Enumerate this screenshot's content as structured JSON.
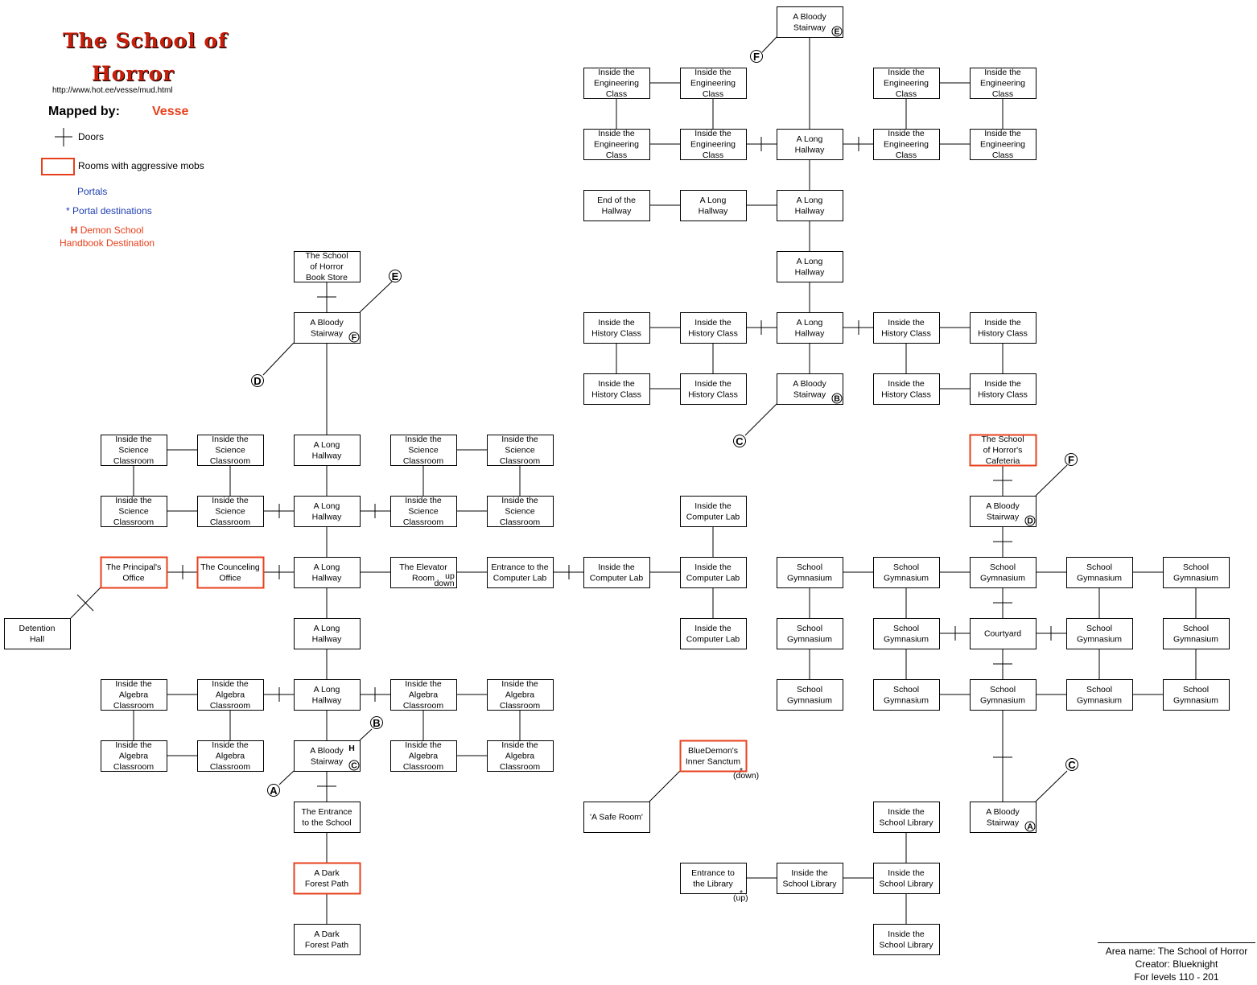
{
  "header": {
    "title_line1": "The School of",
    "title_line2": "Horror",
    "url": "http://www.hot.ee/vesse/mud.html",
    "mapped_by_label": "Mapped by:",
    "mapper": "Vesse"
  },
  "legend": {
    "doors": "Doors",
    "aggressive": "Rooms with aggressive mobs",
    "portals": "Portals",
    "portal_dest_symbol": "*",
    "portal_dest": "Portal destinations",
    "demon_symbol": "H",
    "demon_line1": "Demon School",
    "demon_line2": "Handbook Destination"
  },
  "credits": {
    "area": "Area name: The School of Horror",
    "creator": "Creator: Blueknight",
    "levels": "For levels 110 - 201"
  },
  "colors": {
    "aggressive": "#e8401c",
    "portal": "#1f3fb0"
  },
  "rooms": [
    {
      "id": "bs_top",
      "lines": [
        "A Bloody",
        "Stairway"
      ],
      "mark": "E"
    },
    {
      "id": "eng_a1",
      "lines": [
        "Inside the",
        "Engineering",
        "Class"
      ]
    },
    {
      "id": "eng_a2",
      "lines": [
        "Inside the",
        "Engineering",
        "Class"
      ]
    },
    {
      "id": "eng_a3",
      "lines": [
        "Inside the",
        "Engineering",
        "Class"
      ]
    },
    {
      "id": "eng_a4",
      "lines": [
        "Inside the",
        "Engineering",
        "Class"
      ]
    },
    {
      "id": "eng_b1",
      "lines": [
        "Inside the",
        "Engineering",
        "Class"
      ]
    },
    {
      "id": "eng_b2",
      "lines": [
        "Inside the",
        "Engineering",
        "Class"
      ]
    },
    {
      "id": "lh_e1",
      "lines": [
        "A Long",
        "Hallway"
      ]
    },
    {
      "id": "eng_b3",
      "lines": [
        "Inside the",
        "Engineering",
        "Class"
      ]
    },
    {
      "id": "eng_b4",
      "lines": [
        "Inside the",
        "Engineering",
        "Class"
      ]
    },
    {
      "id": "end_hw",
      "lines": [
        "End of the",
        "Hallway"
      ]
    },
    {
      "id": "lh_e2",
      "lines": [
        "A Long",
        "Hallway"
      ]
    },
    {
      "id": "lh_e3",
      "lines": [
        "A Long",
        "Hallway"
      ]
    },
    {
      "id": "lh_e4",
      "lines": [
        "A Long",
        "Hallway"
      ]
    },
    {
      "id": "his_a1",
      "lines": [
        "Inside the",
        "History Class"
      ]
    },
    {
      "id": "his_a2",
      "lines": [
        "Inside the",
        "History Class"
      ]
    },
    {
      "id": "lh_e5",
      "lines": [
        "A Long",
        "Hallway"
      ]
    },
    {
      "id": "his_a3",
      "lines": [
        "Inside the",
        "History Class"
      ]
    },
    {
      "id": "his_a4",
      "lines": [
        "Inside the",
        "History Class"
      ]
    },
    {
      "id": "his_b1",
      "lines": [
        "Inside the",
        "History Class"
      ]
    },
    {
      "id": "his_b2",
      "lines": [
        "Inside the",
        "History Class"
      ]
    },
    {
      "id": "bs_e",
      "lines": [
        "A Bloody",
        "Stairway"
      ],
      "mark": "B"
    },
    {
      "id": "his_b3",
      "lines": [
        "Inside the",
        "History Class"
      ]
    },
    {
      "id": "his_b4",
      "lines": [
        "Inside the",
        "History Class"
      ]
    },
    {
      "id": "bookstore",
      "lines": [
        "The School",
        "of Horror",
        "Book  Store"
      ]
    },
    {
      "id": "bs_w",
      "lines": [
        "A Bloody",
        "Stairway"
      ],
      "mark": "F"
    },
    {
      "id": "sci_a1",
      "lines": [
        "Inside the",
        "Science",
        "Classroom"
      ]
    },
    {
      "id": "sci_a2",
      "lines": [
        "Inside the",
        "Science",
        "Classroom"
      ]
    },
    {
      "id": "lh_w1",
      "lines": [
        "A Long",
        "Hallway"
      ]
    },
    {
      "id": "sci_a3",
      "lines": [
        "Inside the",
        "Science",
        "Classroom"
      ]
    },
    {
      "id": "sci_a4",
      "lines": [
        "Inside the",
        "Science",
        "Classroom"
      ]
    },
    {
      "id": "sci_b1",
      "lines": [
        "Inside the",
        "Science",
        "Classroom"
      ]
    },
    {
      "id": "sci_b2",
      "lines": [
        "Inside the",
        "Science",
        "Classroom"
      ]
    },
    {
      "id": "lh_w2",
      "lines": [
        "A Long",
        "Hallway"
      ]
    },
    {
      "id": "sci_b3",
      "lines": [
        "Inside the",
        "Science",
        "Classroom"
      ]
    },
    {
      "id": "sci_b4",
      "lines": [
        "Inside the",
        "Science",
        "Classroom"
      ]
    },
    {
      "id": "principal",
      "lines": [
        "The Principal's",
        "Office"
      ],
      "aggr": true
    },
    {
      "id": "counsel",
      "lines": [
        "The Counceling",
        "Office"
      ],
      "aggr": true
    },
    {
      "id": "lh_w3",
      "lines": [
        "A Long",
        "Hallway"
      ]
    },
    {
      "id": "elevator",
      "lines": [
        "The Elevator",
        "Room"
      ],
      "portal_up": "up",
      "portal_down": "down"
    },
    {
      "id": "ent_clab",
      "lines": [
        "Entrance to the",
        "Computer Lab"
      ]
    },
    {
      "id": "clab1",
      "lines": [
        "Inside the",
        "Computer Lab"
      ]
    },
    {
      "id": "clab2",
      "lines": [
        "Inside the",
        "Computer Lab"
      ]
    },
    {
      "id": "clab3",
      "lines": [
        "Inside the",
        "Computer Lab"
      ]
    },
    {
      "id": "clab4",
      "lines": [
        "Inside the",
        "Computer Lab"
      ]
    },
    {
      "id": "detention",
      "lines": [
        "Detention",
        "Hall"
      ]
    },
    {
      "id": "lh_w4",
      "lines": [
        "A Long",
        "Hallway"
      ]
    },
    {
      "id": "alg_a1",
      "lines": [
        "Inside the",
        "Algebra",
        "Classroom"
      ]
    },
    {
      "id": "alg_a2",
      "lines": [
        "Inside the",
        "Algebra",
        "Classroom"
      ]
    },
    {
      "id": "lh_w5",
      "lines": [
        "A Long",
        "Hallway"
      ]
    },
    {
      "id": "alg_a3",
      "lines": [
        "Inside the",
        "Algebra",
        "Classroom"
      ]
    },
    {
      "id": "alg_a4",
      "lines": [
        "Inside the",
        "Algebra",
        "Classroom"
      ]
    },
    {
      "id": "alg_b1",
      "lines": [
        "Inside the",
        "Algebra",
        "Classroom"
      ]
    },
    {
      "id": "alg_b2",
      "lines": [
        "Inside the",
        "Algebra",
        "Classroom"
      ]
    },
    {
      "id": "bs_s",
      "lines": [
        "A Bloody",
        "Stairway"
      ],
      "mark": "C",
      "demon": "H"
    },
    {
      "id": "alg_b3",
      "lines": [
        "Inside the",
        "Algebra",
        "Classroom"
      ]
    },
    {
      "id": "alg_b4",
      "lines": [
        "Inside the",
        "Algebra",
        "Classroom"
      ]
    },
    {
      "id": "entrance",
      "lines": [
        "The Entrance",
        "to the School"
      ]
    },
    {
      "id": "forest1",
      "lines": [
        "A Dark",
        "Forest Path"
      ],
      "aggr": true
    },
    {
      "id": "forest2",
      "lines": [
        "A Dark",
        "Forest Path"
      ]
    },
    {
      "id": "cafeteria",
      "lines": [
        "The School",
        "of Horror's",
        "Cafeteria"
      ],
      "aggr": true
    },
    {
      "id": "bs_gym",
      "lines": [
        "A Bloody",
        "Stairway"
      ],
      "mark": "D"
    },
    {
      "id": "gym_a1",
      "lines": [
        "School",
        "Gymnasium"
      ]
    },
    {
      "id": "gym_a2",
      "lines": [
        "School",
        "Gymnasium"
      ]
    },
    {
      "id": "gym_a3",
      "lines": [
        "School",
        "Gymnasium"
      ]
    },
    {
      "id": "gym_a4",
      "lines": [
        "School",
        "Gymnasium"
      ]
    },
    {
      "id": "gym_a5",
      "lines": [
        "School",
        "Gymnasium"
      ]
    },
    {
      "id": "gym_b1",
      "lines": [
        "School",
        "Gymnasium"
      ]
    },
    {
      "id": "gym_b2",
      "lines": [
        "School",
        "Gymnasium"
      ]
    },
    {
      "id": "courtyard",
      "lines": [
        "Courtyard"
      ]
    },
    {
      "id": "gym_b4",
      "lines": [
        "School",
        "Gymnasium"
      ]
    },
    {
      "id": "gym_b5",
      "lines": [
        "School",
        "Gymnasium"
      ]
    },
    {
      "id": "gym_c1",
      "lines": [
        "School",
        "Gymnasium"
      ]
    },
    {
      "id": "gym_c2",
      "lines": [
        "School",
        "Gymnasium"
      ]
    },
    {
      "id": "gym_c3",
      "lines": [
        "School",
        "Gymnasium"
      ]
    },
    {
      "id": "gym_c4",
      "lines": [
        "School",
        "Gymnasium"
      ]
    },
    {
      "id": "gym_c5",
      "lines": [
        "School",
        "Gymnasium"
      ]
    },
    {
      "id": "sanctum",
      "lines": [
        "BlueDemon's",
        "Inner Sanctum"
      ],
      "aggr": true,
      "portal_star": "*",
      "portal_note": "(down)"
    },
    {
      "id": "saferoom",
      "lines": [
        "'A Safe Room'"
      ]
    },
    {
      "id": "bs_se",
      "lines": [
        "A Bloody",
        "Stairway"
      ],
      "mark": "A"
    },
    {
      "id": "lib1",
      "lines": [
        "Inside the",
        "School Library"
      ]
    },
    {
      "id": "ent_lib",
      "lines": [
        "Entrance to",
        "the Library"
      ],
      "portal_star": "*",
      "portal_note": "(up)"
    },
    {
      "id": "lib2",
      "lines": [
        "Inside the",
        "School Library"
      ]
    },
    {
      "id": "lib3",
      "lines": [
        "Inside the",
        "School Library"
      ]
    },
    {
      "id": "lib4",
      "lines": [
        "Inside the",
        "School Library"
      ]
    }
  ],
  "exit_markers": [
    {
      "id": "m_f_top",
      "label": "F"
    },
    {
      "id": "m_e_w",
      "label": "E"
    },
    {
      "id": "m_d_w",
      "label": "D"
    },
    {
      "id": "m_c_e",
      "label": "C"
    },
    {
      "id": "m_f_caf",
      "label": "F"
    },
    {
      "id": "m_b_s",
      "label": "B"
    },
    {
      "id": "m_a_s",
      "label": "A"
    },
    {
      "id": "m_c_se",
      "label": "C"
    }
  ]
}
